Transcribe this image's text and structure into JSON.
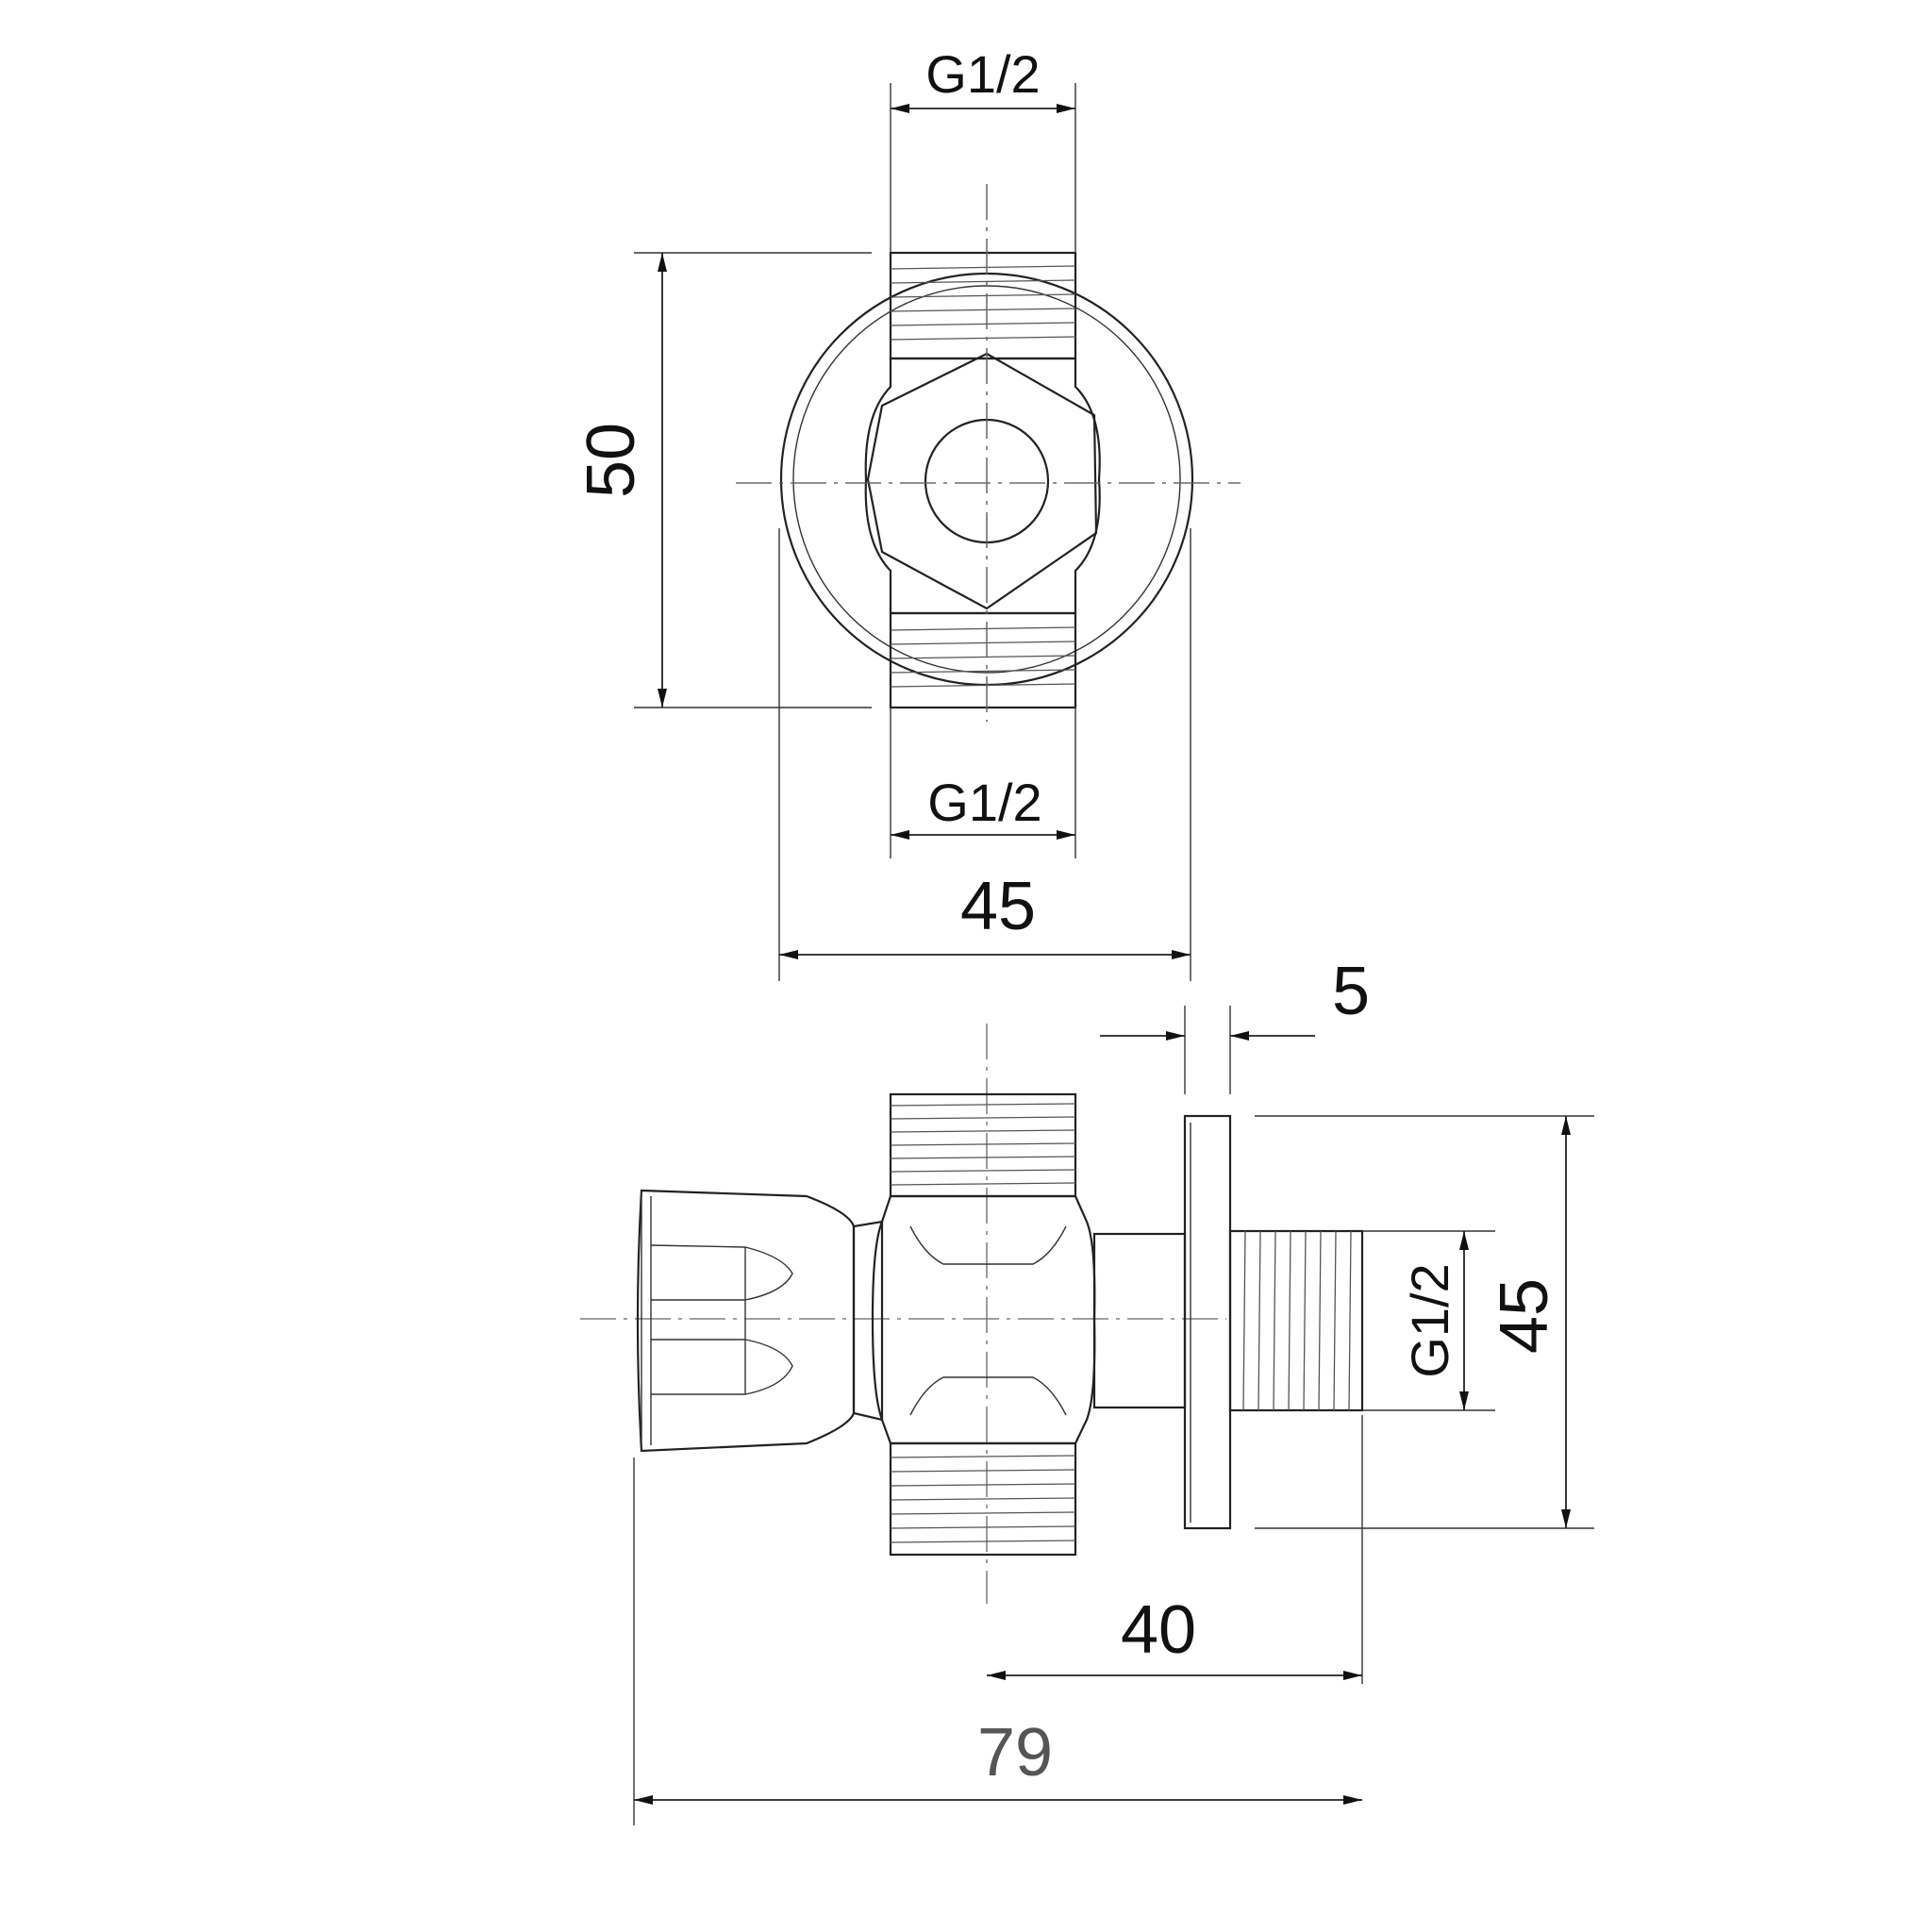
{
  "front_view": {
    "top_thread_label": "G1/2",
    "bottom_thread_label": "G1/2",
    "height_label": "50",
    "width_label": "45"
  },
  "side_view": {
    "flange_thickness_label": "5",
    "outlet_thread_label": "G1/2",
    "flange_diameter_label": "45",
    "center_to_face_label": "40",
    "overall_length_label": "79"
  }
}
